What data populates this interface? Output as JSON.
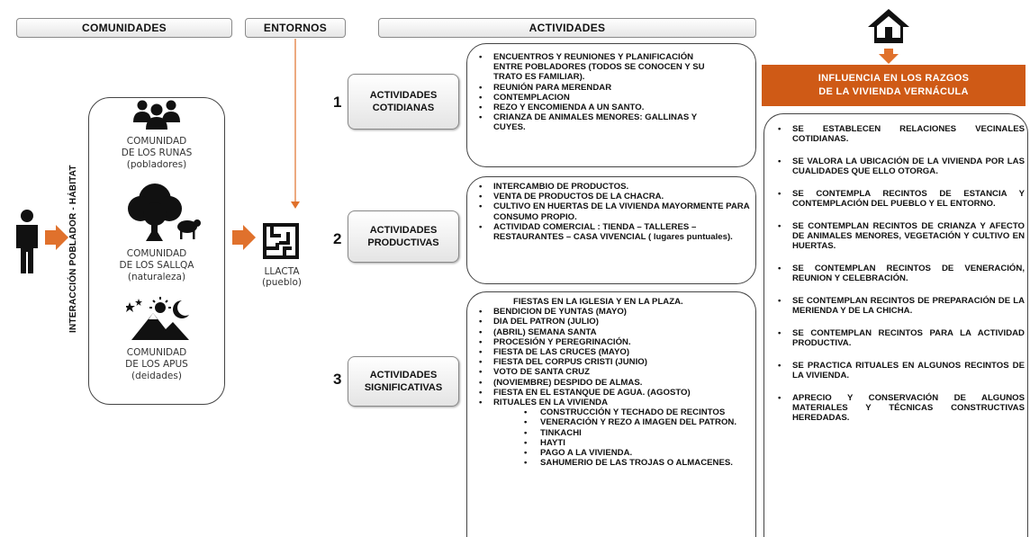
{
  "headers": {
    "comunidades": "COMUNIDADES",
    "entornos": "ENTORNOS",
    "actividades": "ACTIVIDADES"
  },
  "vertical_label": "INTERACCIÓN POBLADOR - HÁBITAT",
  "communities": [
    {
      "line1": "COMUNIDAD",
      "line2": "DE LOS RUNAS",
      "line3": "(pobladores)",
      "icon": "people-icon"
    },
    {
      "line1": "COMUNIDAD",
      "line2": "DE LOS SALLQA",
      "line3": "(naturaleza)",
      "icon": "tree-sheep-icon"
    },
    {
      "line1": "COMUNIDAD",
      "line2": "DE LOS APUS",
      "line3": "(deidades)",
      "icon": "mountain-moon-icon"
    }
  ],
  "llacta": {
    "line1": "LLACTA",
    "line2": "(pueblo)"
  },
  "activity_groups": [
    {
      "number": "1",
      "label_line1": "ACTIVIDADES",
      "label_line2": "COTIDIANAS",
      "items": [
        "ENCUENTROS Y REUNIONES Y PLANIFICACIÓN ENTRE POBLADORES (TODOS SE CONOCEN Y SU TRATO ES FAMILIAR).",
        "REUNIÓN PARA MERENDAR",
        "CONTEMPLACION",
        "REZO Y ENCOMIENDA A UN SANTO.",
        "CRIANZA DE ANIMALES MENORES: GALLINAS Y CUYES."
      ]
    },
    {
      "number": "2",
      "label_line1": "ACTIVIDADES",
      "label_line2": "PRODUCTIVAS",
      "items": [
        "INTERCAMBIO DE PRODUCTOS.",
        "VENTA DE PRODUCTOS DE LA CHACRA.",
        "CULTIVO EN HUERTAS DE LA VIVIENDA MAYORMENTE PARA CONSUMO PROPIO.",
        "ACTIVIDAD COMERCIAL : TIENDA – TALLERES – RESTAURANTES – CASA VIVENCIAL ( lugares puntuales)."
      ]
    },
    {
      "number": "3",
      "label_line1": "ACTIVIDADES",
      "label_line2": "SIGNIFICATIVAS",
      "title": "FIESTAS EN LA IGLESIA Y EN LA PLAZA.",
      "items": [
        "BENDICION DE YUNTAS (MAYO)",
        "DIA DEL PATRON (JULIO)",
        "(ABRIL) SEMANA SANTA",
        "PROCESIÓN Y PEREGRINACIÓN.",
        "FIESTA DE LAS CRUCES (MAYO)",
        "FIESTA DEL CORPUS CRISTI (JUNIO)",
        "VOTO DE SANTA CRUZ",
        "(NOVIEMBRE) DESPIDO DE ALMAS.",
        "FIESTA EN EL ESTANQUE DE AGUA. (AGOSTO)",
        "RITUALES EN LA VIVIENDA"
      ],
      "subitems": [
        "CONSTRUCCIÓN Y TECHADO DE RECINTOS",
        "VENERACIÓN Y REZO A IMAGEN DEL PATRON.",
        "TINKACHI",
        "HAYTI",
        "PAGO A LA VIVIENDA.",
        "SAHUMERIO DE LAS TROJAS O ALMACENES."
      ]
    }
  ],
  "influence": {
    "title_line1": "INFLUENCIA EN LOS RAZGOS",
    "title_line2": "DE LA VIVIENDA VERNÁCULA",
    "items": [
      "SE ESTABLECEN RELACIONES VECINALES COTIDIANAS.",
      "SE VALORA LA UBICACIÓN DE LA VIVIENDA POR LAS CUALIDADES QUE ELLO OTORGA.",
      "SE CONTEMPLA RECINTOS DE ESTANCIA Y CONTEMPLACIÓN DEL PUEBLO Y EL ENTORNO.",
      "SE CONTEMPLAN RECINTOS DE CRIANZA Y AFECTO DE ANIMALES MENORES, VEGETACIÓN Y CULTIVO EN HUERTAS.",
      "SE CONTEMPLAN RECINTOS DE VENERACIÓN, REUNION Y CELEBRACIÓN.",
      "SE CONTEMPLAN RECINTOS DE PREPARACIÓN DE LA MERIENDA Y DE LA CHICHA.",
      "SE CONTEMPLAN RECINTOS PARA LA ACTIVIDAD PRODUCTIVA.",
      "SE PRACTICA RITUALES EN ALGUNOS RECINTOS DE LA VIVIENDA.",
      "APRECIO Y CONSERVACIÓN DE ALGUNOS MATERIALES Y TÉCNICAS CONSTRUCTIVAS HEREDADAS."
    ]
  },
  "colors": {
    "accent": "#cf5a16",
    "arrow": "#e0712c",
    "ink": "#111111"
  }
}
